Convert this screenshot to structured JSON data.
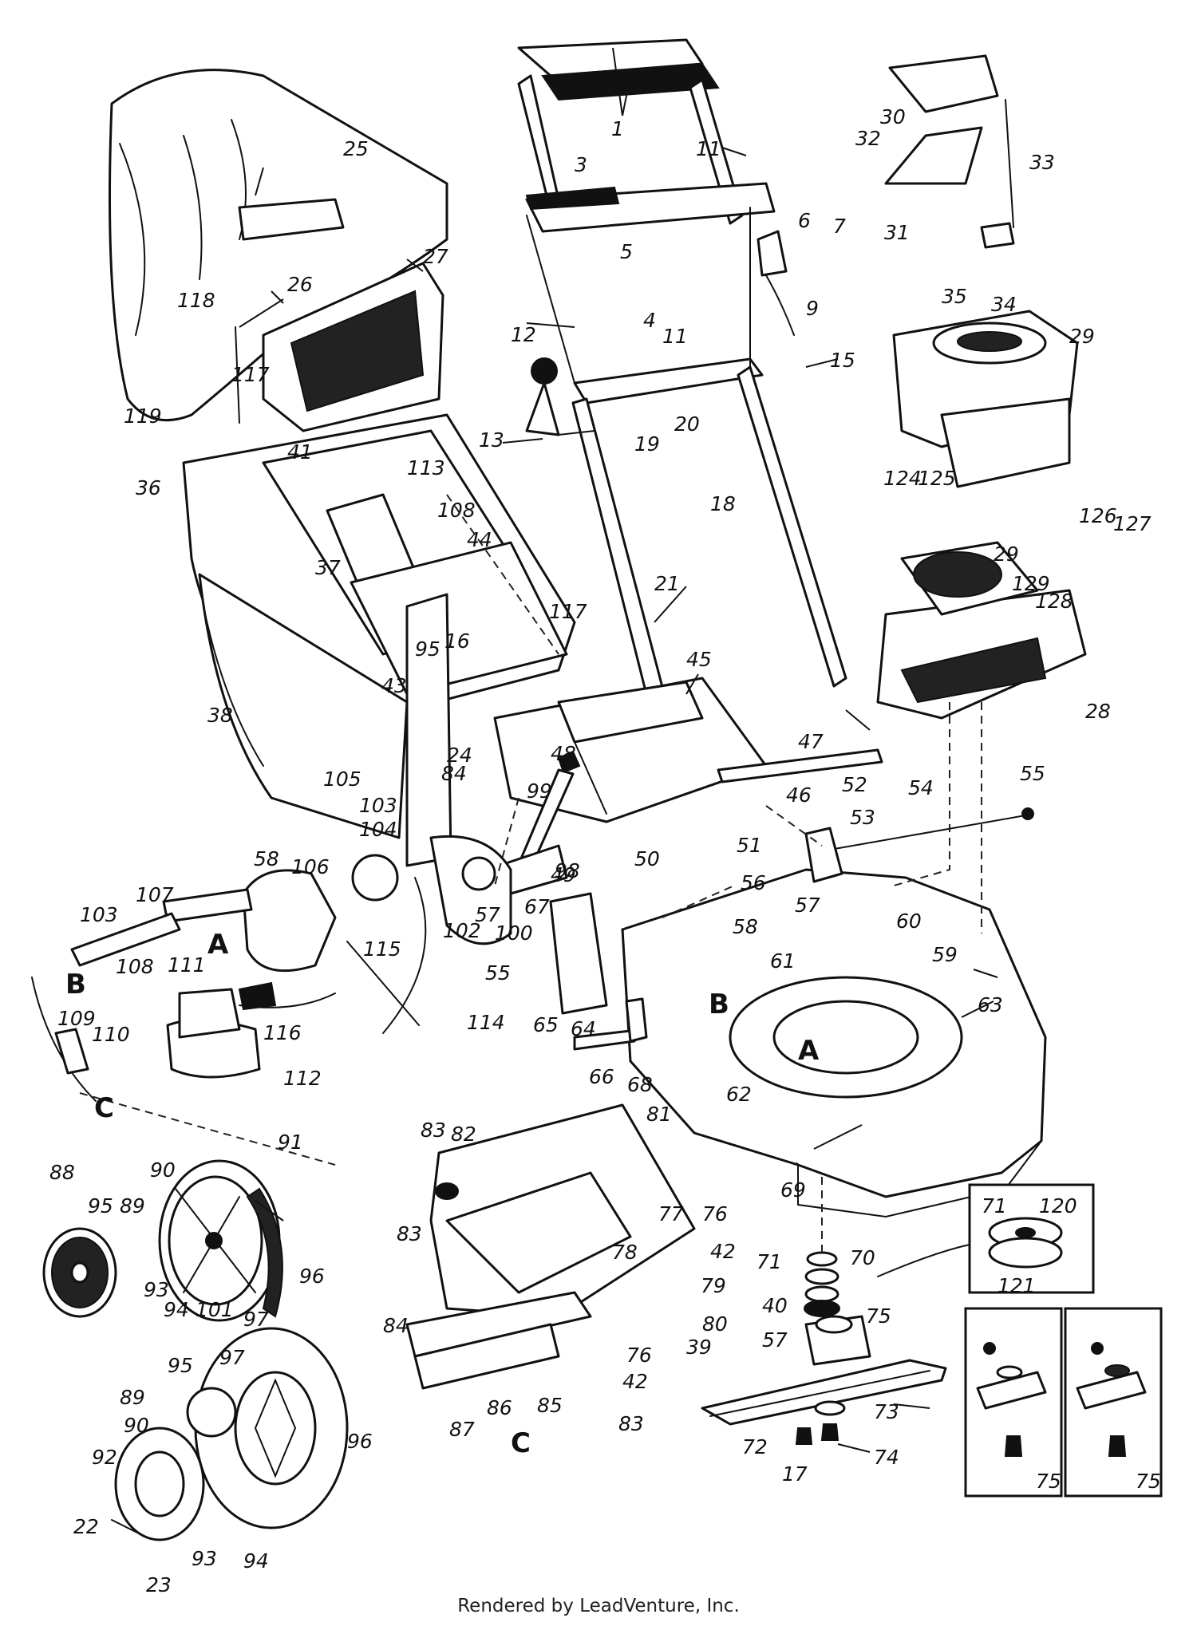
{
  "part_callouts": [
    "1",
    "3",
    "4",
    "5",
    "6",
    "7",
    "9",
    "11",
    "12",
    "13",
    "15",
    "16",
    "17",
    "18",
    "19",
    "20",
    "21",
    "22",
    "23",
    "24",
    "25",
    "26",
    "27",
    "28",
    "29",
    "30",
    "31",
    "32",
    "33",
    "34",
    "35",
    "36",
    "37",
    "38",
    "39",
    "40",
    "41",
    "42",
    "43",
    "44",
    "45",
    "46",
    "47",
    "48",
    "49",
    "50",
    "51",
    "52",
    "53",
    "54",
    "55",
    "56",
    "57",
    "58",
    "59",
    "60",
    "61",
    "62",
    "63",
    "64",
    "65",
    "66",
    "67",
    "68",
    "69",
    "70",
    "71",
    "72",
    "73",
    "74",
    "75",
    "76",
    "77",
    "78",
    "79",
    "80",
    "81",
    "82",
    "83",
    "84",
    "85",
    "86",
    "87",
    "88",
    "89",
    "90",
    "91",
    "92",
    "93",
    "94",
    "95",
    "96",
    "97",
    "98",
    "99",
    "100",
    "101",
    "102",
    "103",
    "104",
    "105",
    "106",
    "107",
    "108",
    "109",
    "110",
    "111",
    "112",
    "113",
    "114",
    "115",
    "116",
    "117",
    "118",
    "119",
    "120",
    "121",
    "124",
    "125",
    "126",
    "127",
    "128",
    "129"
  ],
  "reference_letters": [
    "A",
    "B",
    "C"
  ],
  "credit": "Rendered by LeadVenture, Inc."
}
